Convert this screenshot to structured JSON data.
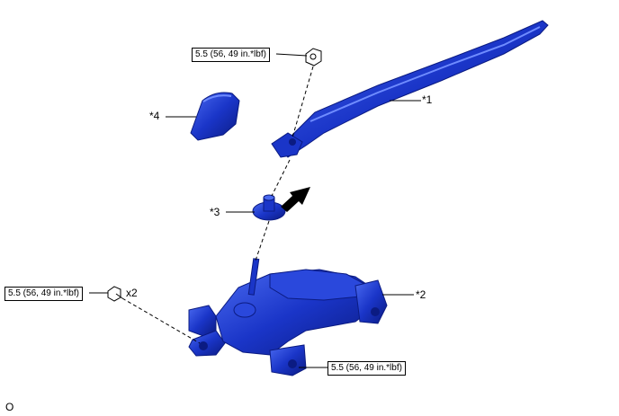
{
  "torque_specs": [
    {
      "id": "nut",
      "label": "5.5 (56, 49 in.*lbf)"
    },
    {
      "id": "bolt",
      "label": "5.5 (56, 49 in.*lbf)"
    },
    {
      "id": "bracket-bolt",
      "label": "5.5 (56, 49 in.*lbf)"
    }
  ],
  "callouts": [
    {
      "id": "arm",
      "label": "*1"
    },
    {
      "id": "motor",
      "label": "*2"
    },
    {
      "id": "cap-seal",
      "label": "*3"
    },
    {
      "id": "head-cap",
      "label": "*4"
    }
  ],
  "quantity_label": "x2",
  "corner_mark": "O",
  "colors": {
    "part_fill": "#1a35c8",
    "part_dark": "#0b1b82",
    "part_light": "#4a6af0",
    "line": "#000000"
  }
}
